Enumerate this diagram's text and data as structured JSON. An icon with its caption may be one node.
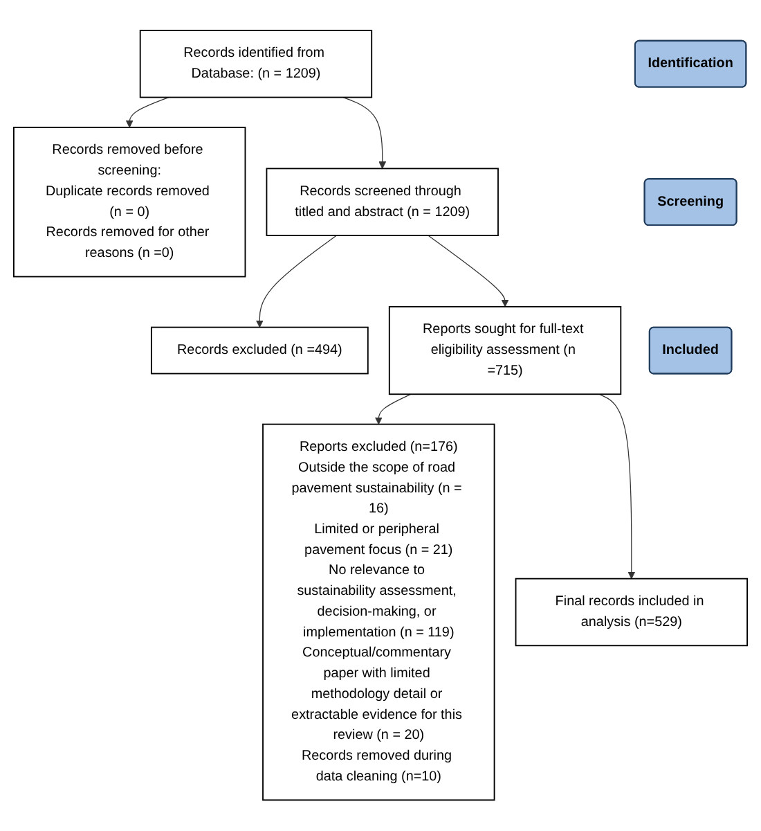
{
  "diagram": {
    "nodes": [
      {
        "text": [
          "Identification"
        ]
      },
      {
        "text": [
          "Records identified from Database: (n = 1209)"
        ]
      },
      {
        "text": [
          "Records removed before screening:",
          "Duplicate records removed (n = 0)",
          "Records removed for other reasons (n =0)"
        ]
      },
      {
        "text": [
          "Screening"
        ]
      },
      {
        "text": [
          "Records screened through titled and abstract (n = 1209)"
        ]
      },
      {
        "text": [
          "Records excluded (n =494)"
        ]
      },
      {
        "text": [
          "Reports sought for full-text eligibility assessment (n =715)"
        ]
      },
      {
        "text": [
          "Reports excluded (n=176)",
          "Outside the scope of road pavement sustainability (n = 16)",
          "Limited or peripheral pavement focus (n = 21)",
          "No relevance to sustainability assessment, decision-making, or implementation (n = 119)",
          "Conceptual/commentary paper with limited methodology detail or extractable evidence for this review (n = 20)",
          "Records removed during data cleaning (n=10)"
        ]
      },
      {
        "text": [
          "Included"
        ]
      },
      {
        "text": [
          "Final records included in analysis (n=529)"
        ]
      }
    ],
    "edges": [
      {
        "from": 1,
        "to": 2,
        "arrow": "to"
      },
      {
        "from": 1,
        "to": 4,
        "arrow": "to"
      },
      {
        "from": 4,
        "to": 5,
        "arrow": "to"
      },
      {
        "from": 4,
        "to": 6,
        "arrow": "to"
      },
      {
        "from": 6,
        "to": 7,
        "arrow": "to"
      },
      {
        "from": 6,
        "to": 9,
        "arrow": "to"
      }
    ]
  }
}
